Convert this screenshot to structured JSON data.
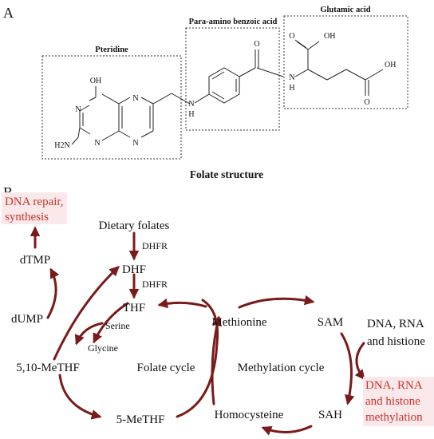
{
  "panel_a": {
    "label": "A",
    "caption": "Folate structure",
    "groups": {
      "pteridine": "Pteridine",
      "paba": "Para-amino benzoic acid",
      "glutamic": "Glutamic acid"
    },
    "atoms": {
      "oh_top": "OH",
      "n": "N",
      "h": "H",
      "h2n": "H2N",
      "o": "O",
      "oh": "OH"
    }
  },
  "panel_b": {
    "label": "B",
    "nodes": {
      "dietary": "Dietary folates",
      "dhfr1": "DHFR",
      "dhf": "DHF",
      "dhfr2": "DHFR",
      "thf": "THF",
      "serine": "Serine",
      "glycine": "Glycine",
      "dtmp": "dTMP",
      "dump": "dUMP",
      "methylene": "5,10-MeTHF",
      "folate_cycle": "Folate cycle",
      "methyl_thf": "5-MeTHF",
      "methionine": "Methionine",
      "sam": "SAM",
      "sah": "SAH",
      "homocysteine": "Homocysteine",
      "methylation_cycle": "Methylation cycle",
      "dna_rna_histone": [
        "DNA, RNA",
        "and histione"
      ],
      "dna_rna_methylation": [
        "DNA, RNA",
        "and histone",
        "methylation"
      ],
      "dna_repair": [
        "DNA  repair,",
        "synthesis"
      ]
    }
  },
  "colors": {
    "arrow": "#7a1a1a",
    "highlight_text": "#c8342c",
    "highlight_bg": "#fbe8ea"
  }
}
